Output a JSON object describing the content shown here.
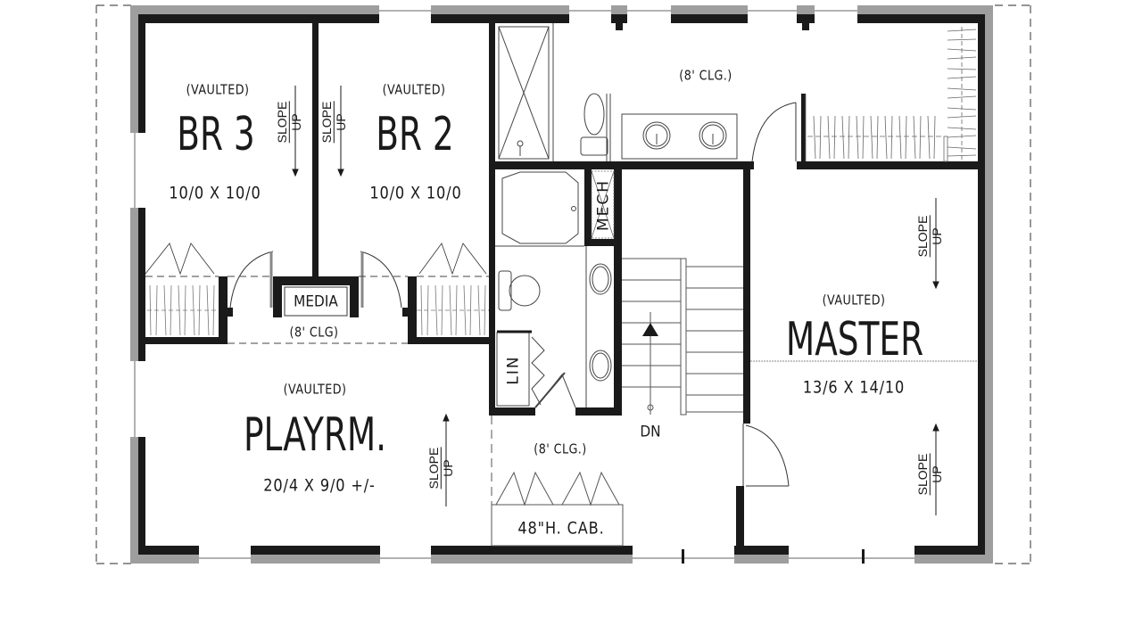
{
  "plan": {
    "colors": {
      "wall": "#1a1a1a",
      "exterior_band": "#9e9e9e",
      "line": "#333333",
      "background": "#ffffff"
    },
    "rooms": {
      "br3": {
        "note": "(VAULTED)",
        "name": "BR 3",
        "size": "10/0 X 10/0"
      },
      "br2": {
        "note": "(VAULTED)",
        "name": "BR 2",
        "size": "10/0 X 10/0"
      },
      "playroom": {
        "note": "(VAULTED)",
        "name": "PLAYRM.",
        "size": "20/4 X 9/0 +/-"
      },
      "master": {
        "note": "(VAULTED)",
        "name": "MASTER",
        "size": "13/6 X 14/10"
      }
    },
    "labels": {
      "media": "MEDIA",
      "hall_ceiling": "(8' CLG)",
      "bath_ceiling": "(8' CLG.)",
      "landing_ceiling": "(8' CLG.)",
      "cabinet": "48\"H. CAB.",
      "mech": "MECH",
      "linen": "LIN",
      "stairs_down": "DN"
    },
    "slope": {
      "word": "SLOPE",
      "direction": "UP"
    }
  }
}
